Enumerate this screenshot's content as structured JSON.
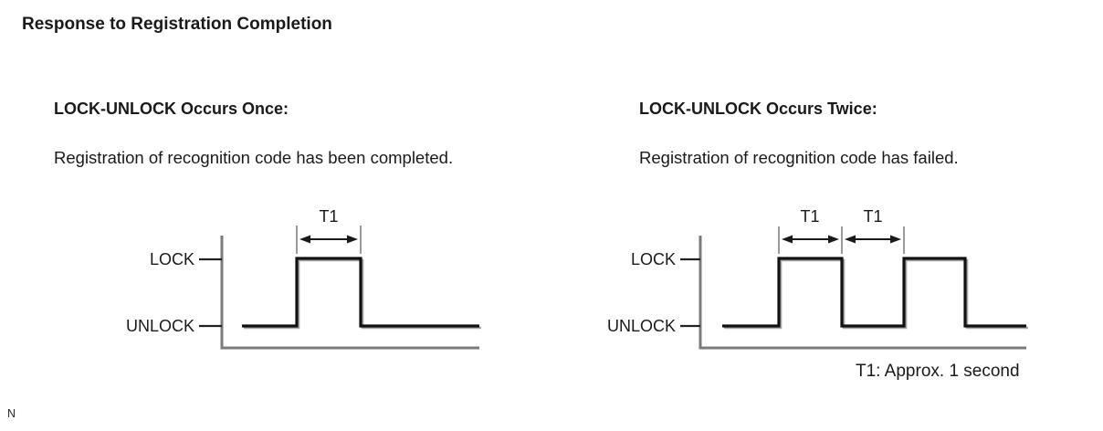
{
  "page": {
    "title": "Response to Registration Completion",
    "footnote": "T1: Approx. 1 second",
    "page_marker": "N"
  },
  "colors": {
    "ink": "#1a1a1a",
    "axis_gray": "#7b7b7b",
    "extension_gray": "#9a9a9a",
    "background": "#ffffff"
  },
  "diagrams": [
    {
      "heading": "LOCK-UNLOCK Occurs Once:",
      "description": "Registration of recognition code has been completed.",
      "signal_high_label": "LOCK",
      "signal_low_label": "UNLOCK",
      "t1_labels": [
        "T1"
      ],
      "pulses": 1,
      "waveform_sequence": [
        "UNLOCK",
        "LOCK",
        "UNLOCK"
      ],
      "t1_spans": [
        "width of LOCK pulse"
      ]
    },
    {
      "heading": "LOCK-UNLOCK Occurs Twice:",
      "description": "Registration of recognition code has failed.",
      "signal_high_label": "LOCK",
      "signal_low_label": "UNLOCK",
      "t1_labels": [
        "T1",
        "T1"
      ],
      "pulses": 2,
      "waveform_sequence": [
        "UNLOCK",
        "LOCK",
        "UNLOCK",
        "LOCK",
        "UNLOCK"
      ],
      "t1_spans": [
        "width of first LOCK pulse",
        "gap between LOCK pulses"
      ]
    }
  ]
}
